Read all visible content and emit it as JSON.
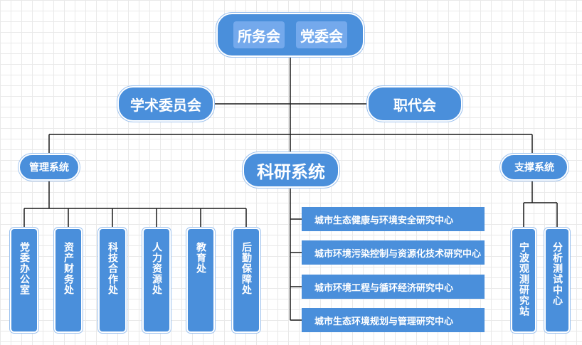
{
  "colors": {
    "node_fill": "#4a8fdb",
    "inner_fill": "#74a9ec",
    "line": "#1a1a1a",
    "text": "#ffffff"
  },
  "top": {
    "left_label": "所务会",
    "right_label": "党委会"
  },
  "middle": {
    "left_label": "学术委员会",
    "right_label": "职代会"
  },
  "branches": {
    "management": {
      "label": "管理系统",
      "units": [
        "党委办公室",
        "资产财务处",
        "科技合作处",
        "人力资源处",
        "教育处",
        "后勤保障处"
      ]
    },
    "research": {
      "label": "科研系统",
      "centers": [
        "城市生态健康与环境安全研究中心",
        "城市环境污染控制与资源化技术研究中心",
        "城市环境工程与循环经济研究中心",
        "城市生态环境规划与管理研究中心"
      ]
    },
    "support": {
      "label": "支撑系统",
      "units": [
        "宁波观测研究站",
        "分析测试中心"
      ]
    }
  }
}
